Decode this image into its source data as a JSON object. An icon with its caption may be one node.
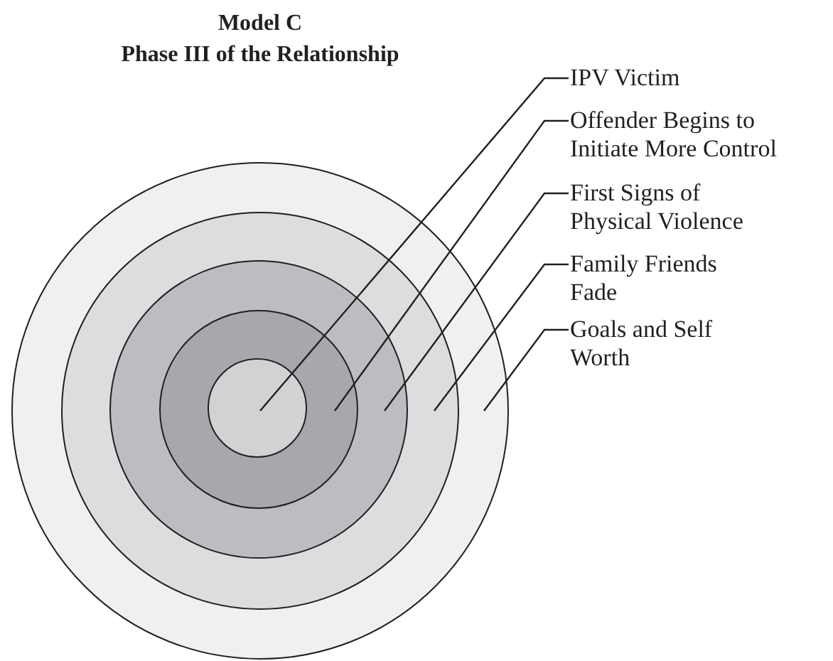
{
  "diagram": {
    "title": "Model C",
    "nodes": [
      {
        "text": [],
        "shape": "circle"
      },
      {
        "text": [],
        "shape": "circle",
        "in": 0
      },
      {
        "text": [],
        "shape": "circle",
        "in": 1
      },
      {
        "text": [],
        "shape": "circle",
        "in": 2
      },
      {
        "text": [],
        "shape": "circle",
        "in": 3
      },
      {
        "text": [
          "IPV Victim"
        ]
      },
      {
        "text": [
          "Offender Begins to Initiate More Control"
        ]
      },
      {
        "text": [
          "First Signs of Physical Violence"
        ]
      },
      {
        "text": [
          "Family Friends Fade"
        ]
      },
      {
        "text": [
          "Goals and Self Worth"
        ]
      }
    ],
    "edges": [
      {
        "from": 5,
        "to": 4,
        "arrow": "none"
      },
      {
        "from": 6,
        "to": 3,
        "arrow": "none"
      },
      {
        "from": 7,
        "to": 2,
        "arrow": "none"
      },
      {
        "from": 8,
        "to": 1,
        "arrow": "none"
      },
      {
        "from": 9,
        "to": 0,
        "arrow": "none"
      }
    ],
    "labels": [
      "Phase III of the Relationship"
    ]
  }
}
